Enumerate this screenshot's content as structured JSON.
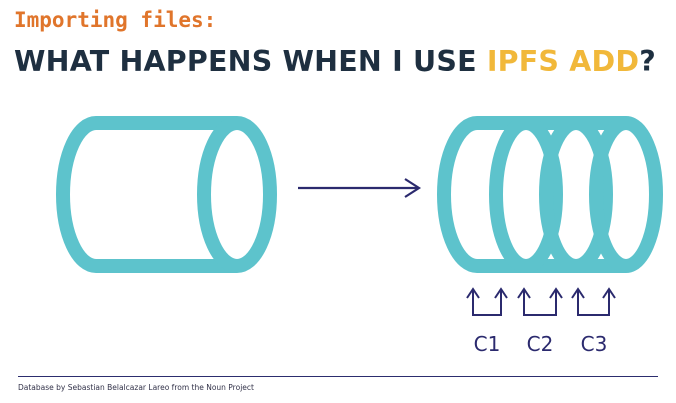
{
  "header": {
    "subtitle": "Importing files:",
    "title_main": "WHAT HAPPENS WHEN I USE ",
    "title_accent": "IPFS ADD",
    "title_end": "?"
  },
  "colors": {
    "subtitle": "#e0752b",
    "title": "#1e2f40",
    "accent": "#f1b83a",
    "cylinder": "#5dc3cc",
    "arrow": "#2b2a6e"
  },
  "diagram": {
    "source_icon": "database-cylinder-icon",
    "arrow_icon": "right-arrow-icon",
    "chunked_icon": "database-chunked-cylinder-icon",
    "chunks": [
      "C1",
      "C2",
      "C3"
    ]
  },
  "footer": {
    "credit": "Database by Sebastian Belalcazar Lareo from the Noun Project"
  }
}
